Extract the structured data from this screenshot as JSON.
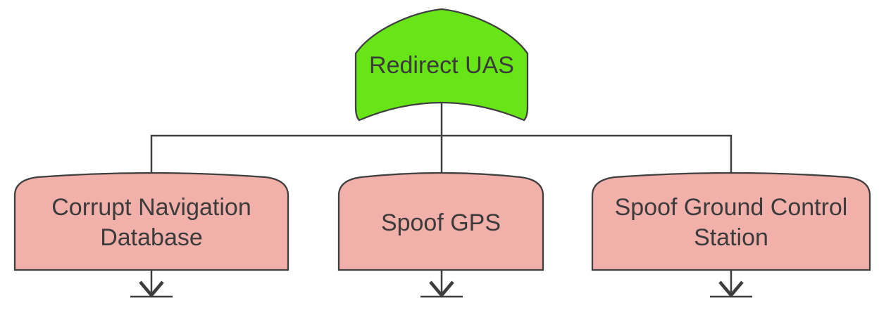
{
  "diagram": {
    "type": "attack-tree",
    "root": {
      "label": "Redirect UAS"
    },
    "children": [
      {
        "lines": [
          "Corrupt Navigation",
          "Database"
        ]
      },
      {
        "lines": [
          "Spoof GPS"
        ]
      },
      {
        "lines": [
          "Spoof Ground Control",
          "Station"
        ]
      }
    ]
  },
  "colors": {
    "root_fill": "#67E517",
    "child_fill": "#F2B0AB",
    "stroke": "#404040",
    "text": "#3B3B3B",
    "background": "#FFFFFF"
  }
}
